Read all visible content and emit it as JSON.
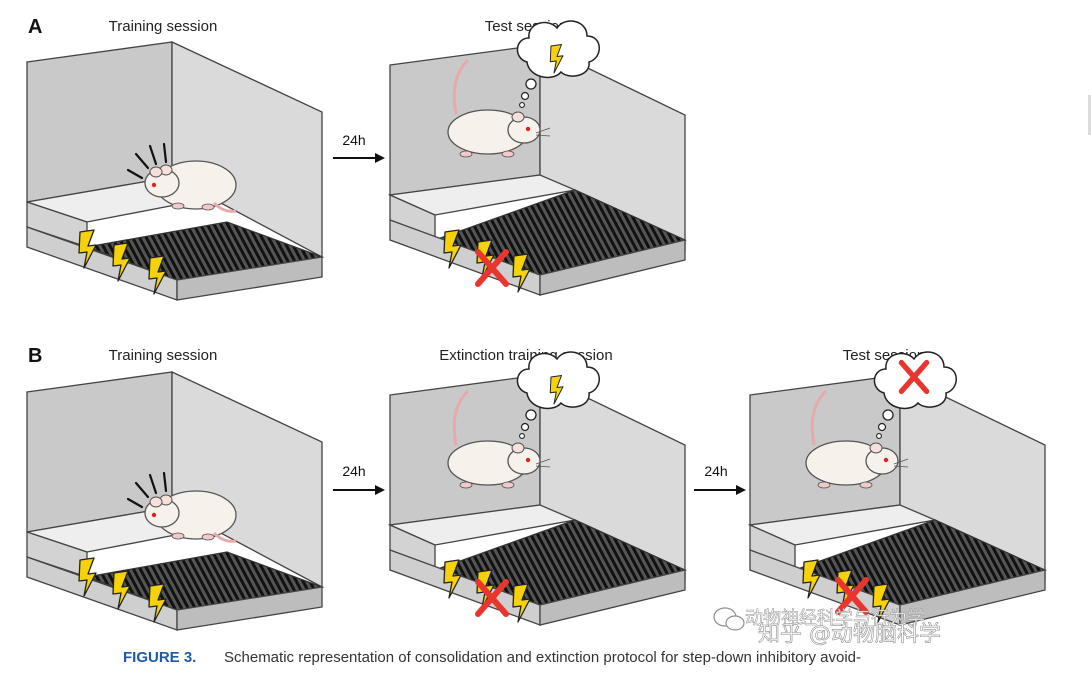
{
  "panels": [
    {
      "letter": "A",
      "sessions": [
        "Training session",
        "Test session"
      ],
      "delays": [
        "24h"
      ]
    },
    {
      "letter": "B",
      "sessions": [
        "Training session",
        "Extinction training session",
        "Test session"
      ],
      "delays": [
        "24h",
        "24h"
      ]
    }
  ],
  "caption": {
    "figure_label": "FIGURE 3.",
    "text": "Schematic representation of consolidation and extinction protocol for step-down inhibitory avoid-"
  },
  "watermark": {
    "line1": "动物神经科学与行为学",
    "line2": "知乎 @动物脑科学"
  },
  "icons": [
    "rat-icon",
    "lightning-bolt-icon",
    "thought-bubble-icon",
    "red-x-icon",
    "electrified-grid-floor",
    "wechat-logo-icon"
  ],
  "colors": {
    "bolt": "#f5d20a",
    "cross": "#e8362e",
    "caption_label": "#1f5aa8"
  }
}
